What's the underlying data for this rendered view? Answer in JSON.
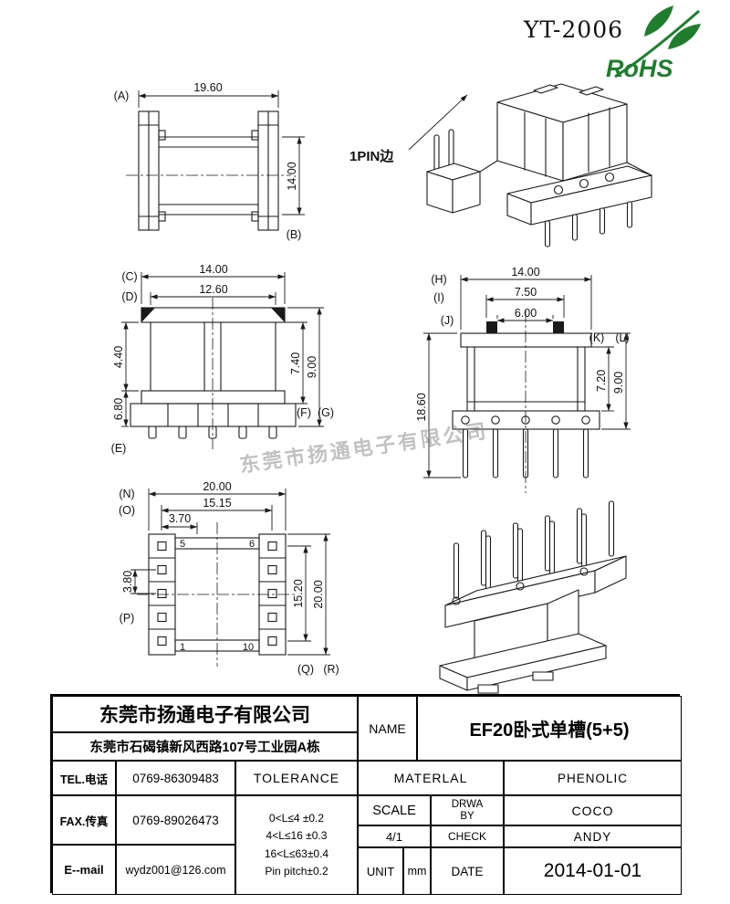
{
  "header": {
    "part_number": "YT-2006",
    "rohs_label": "RoHS",
    "rohs_green": "#1e7e2e"
  },
  "watermark": "东莞市扬通电子有限公司",
  "views": {
    "v1": {
      "label_a": "(A)",
      "label_b": "(B)",
      "dim_width": "19.60",
      "dim_height": "14.00"
    },
    "iso_top": {
      "pin1_label": "1PIN边"
    },
    "v2": {
      "label_c": "(C)",
      "label_d": "(D)",
      "label_e": "(E)",
      "label_f": "(F)",
      "label_g": "(G)",
      "dim_outer": "14.00",
      "dim_inner": "12.60",
      "dim_left_top": "4.40",
      "dim_left_bottom": "6.80",
      "dim_right_inner": "7.40",
      "dim_right_outer": "9.00"
    },
    "v3": {
      "label_h": "(H)",
      "label_i": "(I)",
      "label_j": "(J)",
      "label_k": "(K)",
      "label_l": "(L)",
      "dim_outer": "14.00",
      "dim_mid": "7.50",
      "dim_inner": "6.00",
      "dim_height": "18.60",
      "dim_right_inner": "7.20",
      "dim_right_outer": "9.00"
    },
    "v4": {
      "label_n": "(N)",
      "label_o": "(O)",
      "label_p": "(P)",
      "label_q": "(Q)",
      "label_r": "(R)",
      "dim_outer_w": "20.00",
      "dim_pin_span": "15.15",
      "dim_offset": "3.70",
      "dim_pitch": "3.80",
      "dim_row_span": "15.20",
      "dim_total_h": "20.00",
      "pin_1": "1",
      "pin_5": "5",
      "pin_6": "6",
      "pin_10": "10"
    }
  },
  "title_block": {
    "company": "东莞市扬通电子有限公司",
    "address": "东莞市石碣镇新风西路107号工业园A栋",
    "tel_label": "TEL.电话",
    "tel_value": "0769-86309483",
    "fax_label": "FAX.传真",
    "fax_value": "0769-89026473",
    "email_label": "E--mail",
    "email_value": "wydz001@126.com",
    "tolerance_title": "TOLERANCE",
    "tol_line1": "0<L≤4  ±0.2",
    "tol_line2": "4<L≤16 ±0.3",
    "tol_line3": "16<L≤63±0.4",
    "tol_line4": "Pin pitch±0.2",
    "name_label": "NAME",
    "name_value": "EF20卧式单槽(5+5)",
    "material_label": "MATERLAL",
    "material_value": "PHENOLIC",
    "scale_label": "SCALE",
    "scale_value": "4/1",
    "drwa_label": "DRWA BY",
    "drawn_by": "COCO",
    "check_label": "CHECK",
    "checked_by": "ANDY",
    "unit_label": "UNIT",
    "unit_value": "mm",
    "date_label": "DATE",
    "date_value": "2014-01-01"
  }
}
